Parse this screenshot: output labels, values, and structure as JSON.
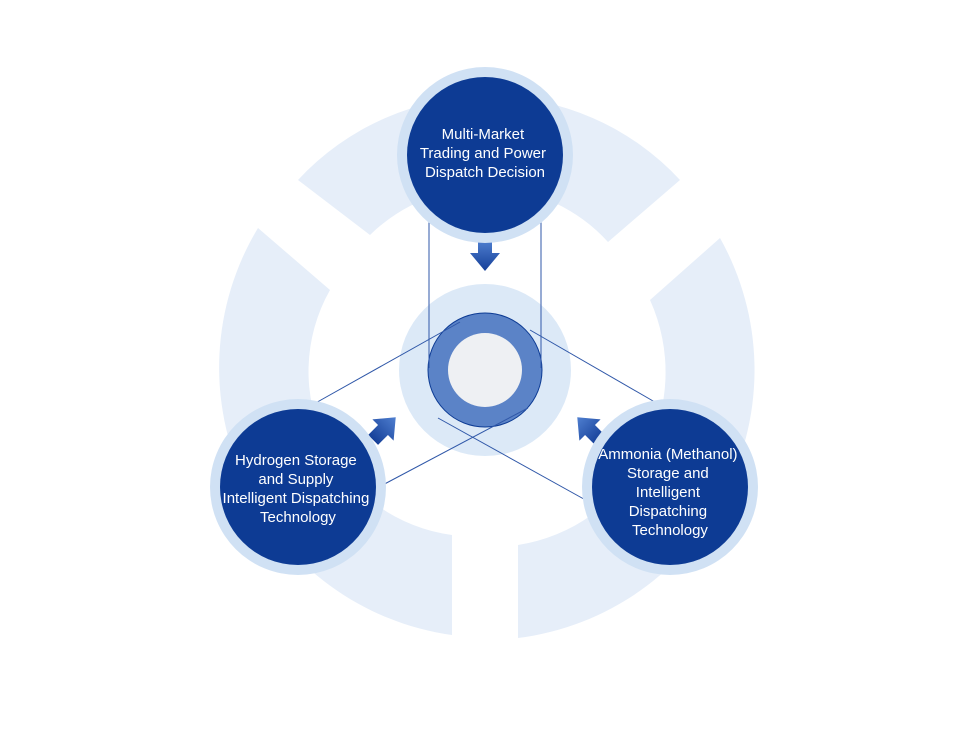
{
  "colors": {
    "ring_light": "#e6eef9",
    "node_fill": "#0d3b94",
    "node_halo": "#d0e1f4",
    "center_ring": "#5b83c7",
    "center_core": "#eef0f3",
    "center_halo": "#dce9f7",
    "connector": "#2f57a8",
    "arrow": "#1f4fae"
  },
  "nodes": {
    "top": {
      "lines": [
        "Multi-Market",
        "Trading and Power",
        "Dispatch Decision"
      ]
    },
    "left": {
      "lines": [
        "Hydrogen Storage",
        "and Supply",
        "Intelligent Dispatching",
        "Technology"
      ]
    },
    "right": {
      "lines": [
        "Ammonia (Methanol)",
        "Storage and",
        "Intelligent",
        "Dispatching",
        "Technology"
      ]
    }
  }
}
